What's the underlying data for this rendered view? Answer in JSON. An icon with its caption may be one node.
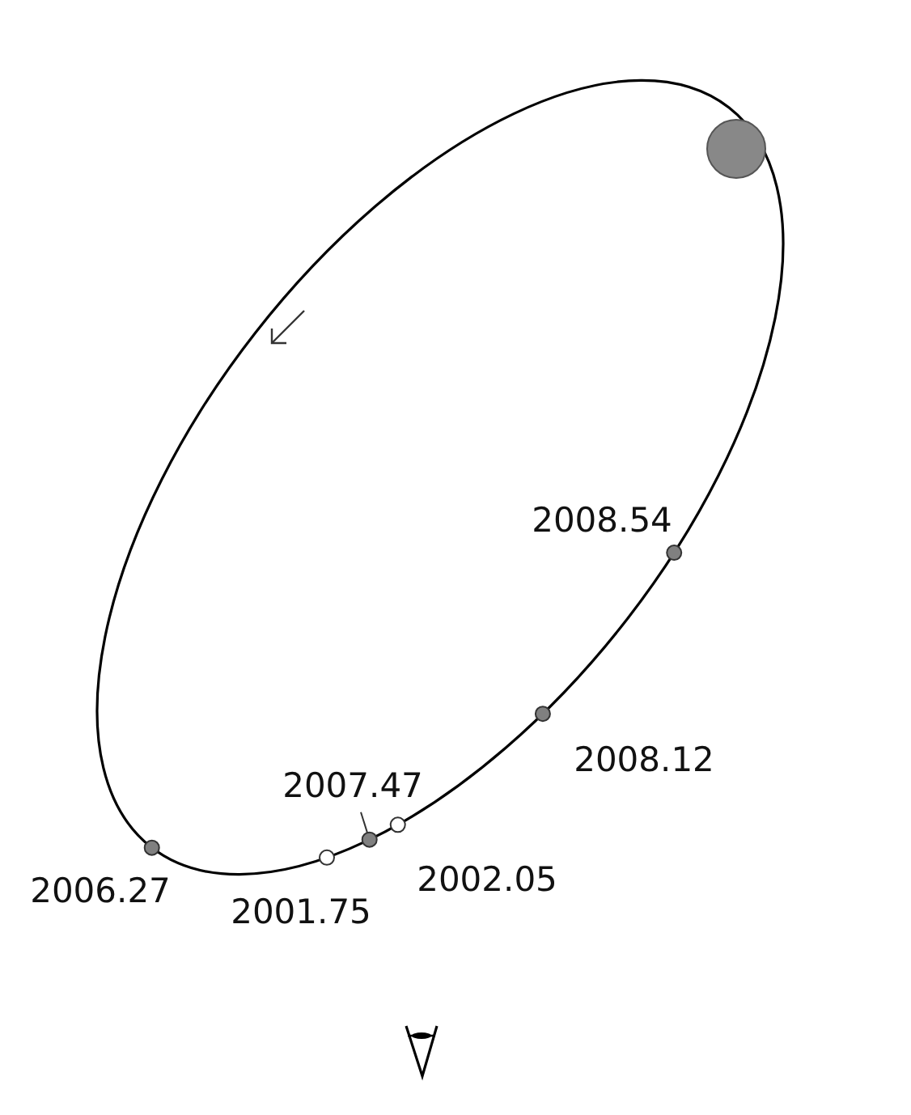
{
  "diagram": {
    "nodes": [
      {
        "text": [
          "2007.47"
        ]
      },
      {
        "text": [],
        "shape": "circle"
      }
    ],
    "edges": [
      {
        "from": 0,
        "to": 1,
        "arrow": "none"
      }
    ],
    "labels": [
      "2008.54",
      "2008.12",
      "2006.27",
      "2001.75",
      "2002.05"
    ]
  }
}
